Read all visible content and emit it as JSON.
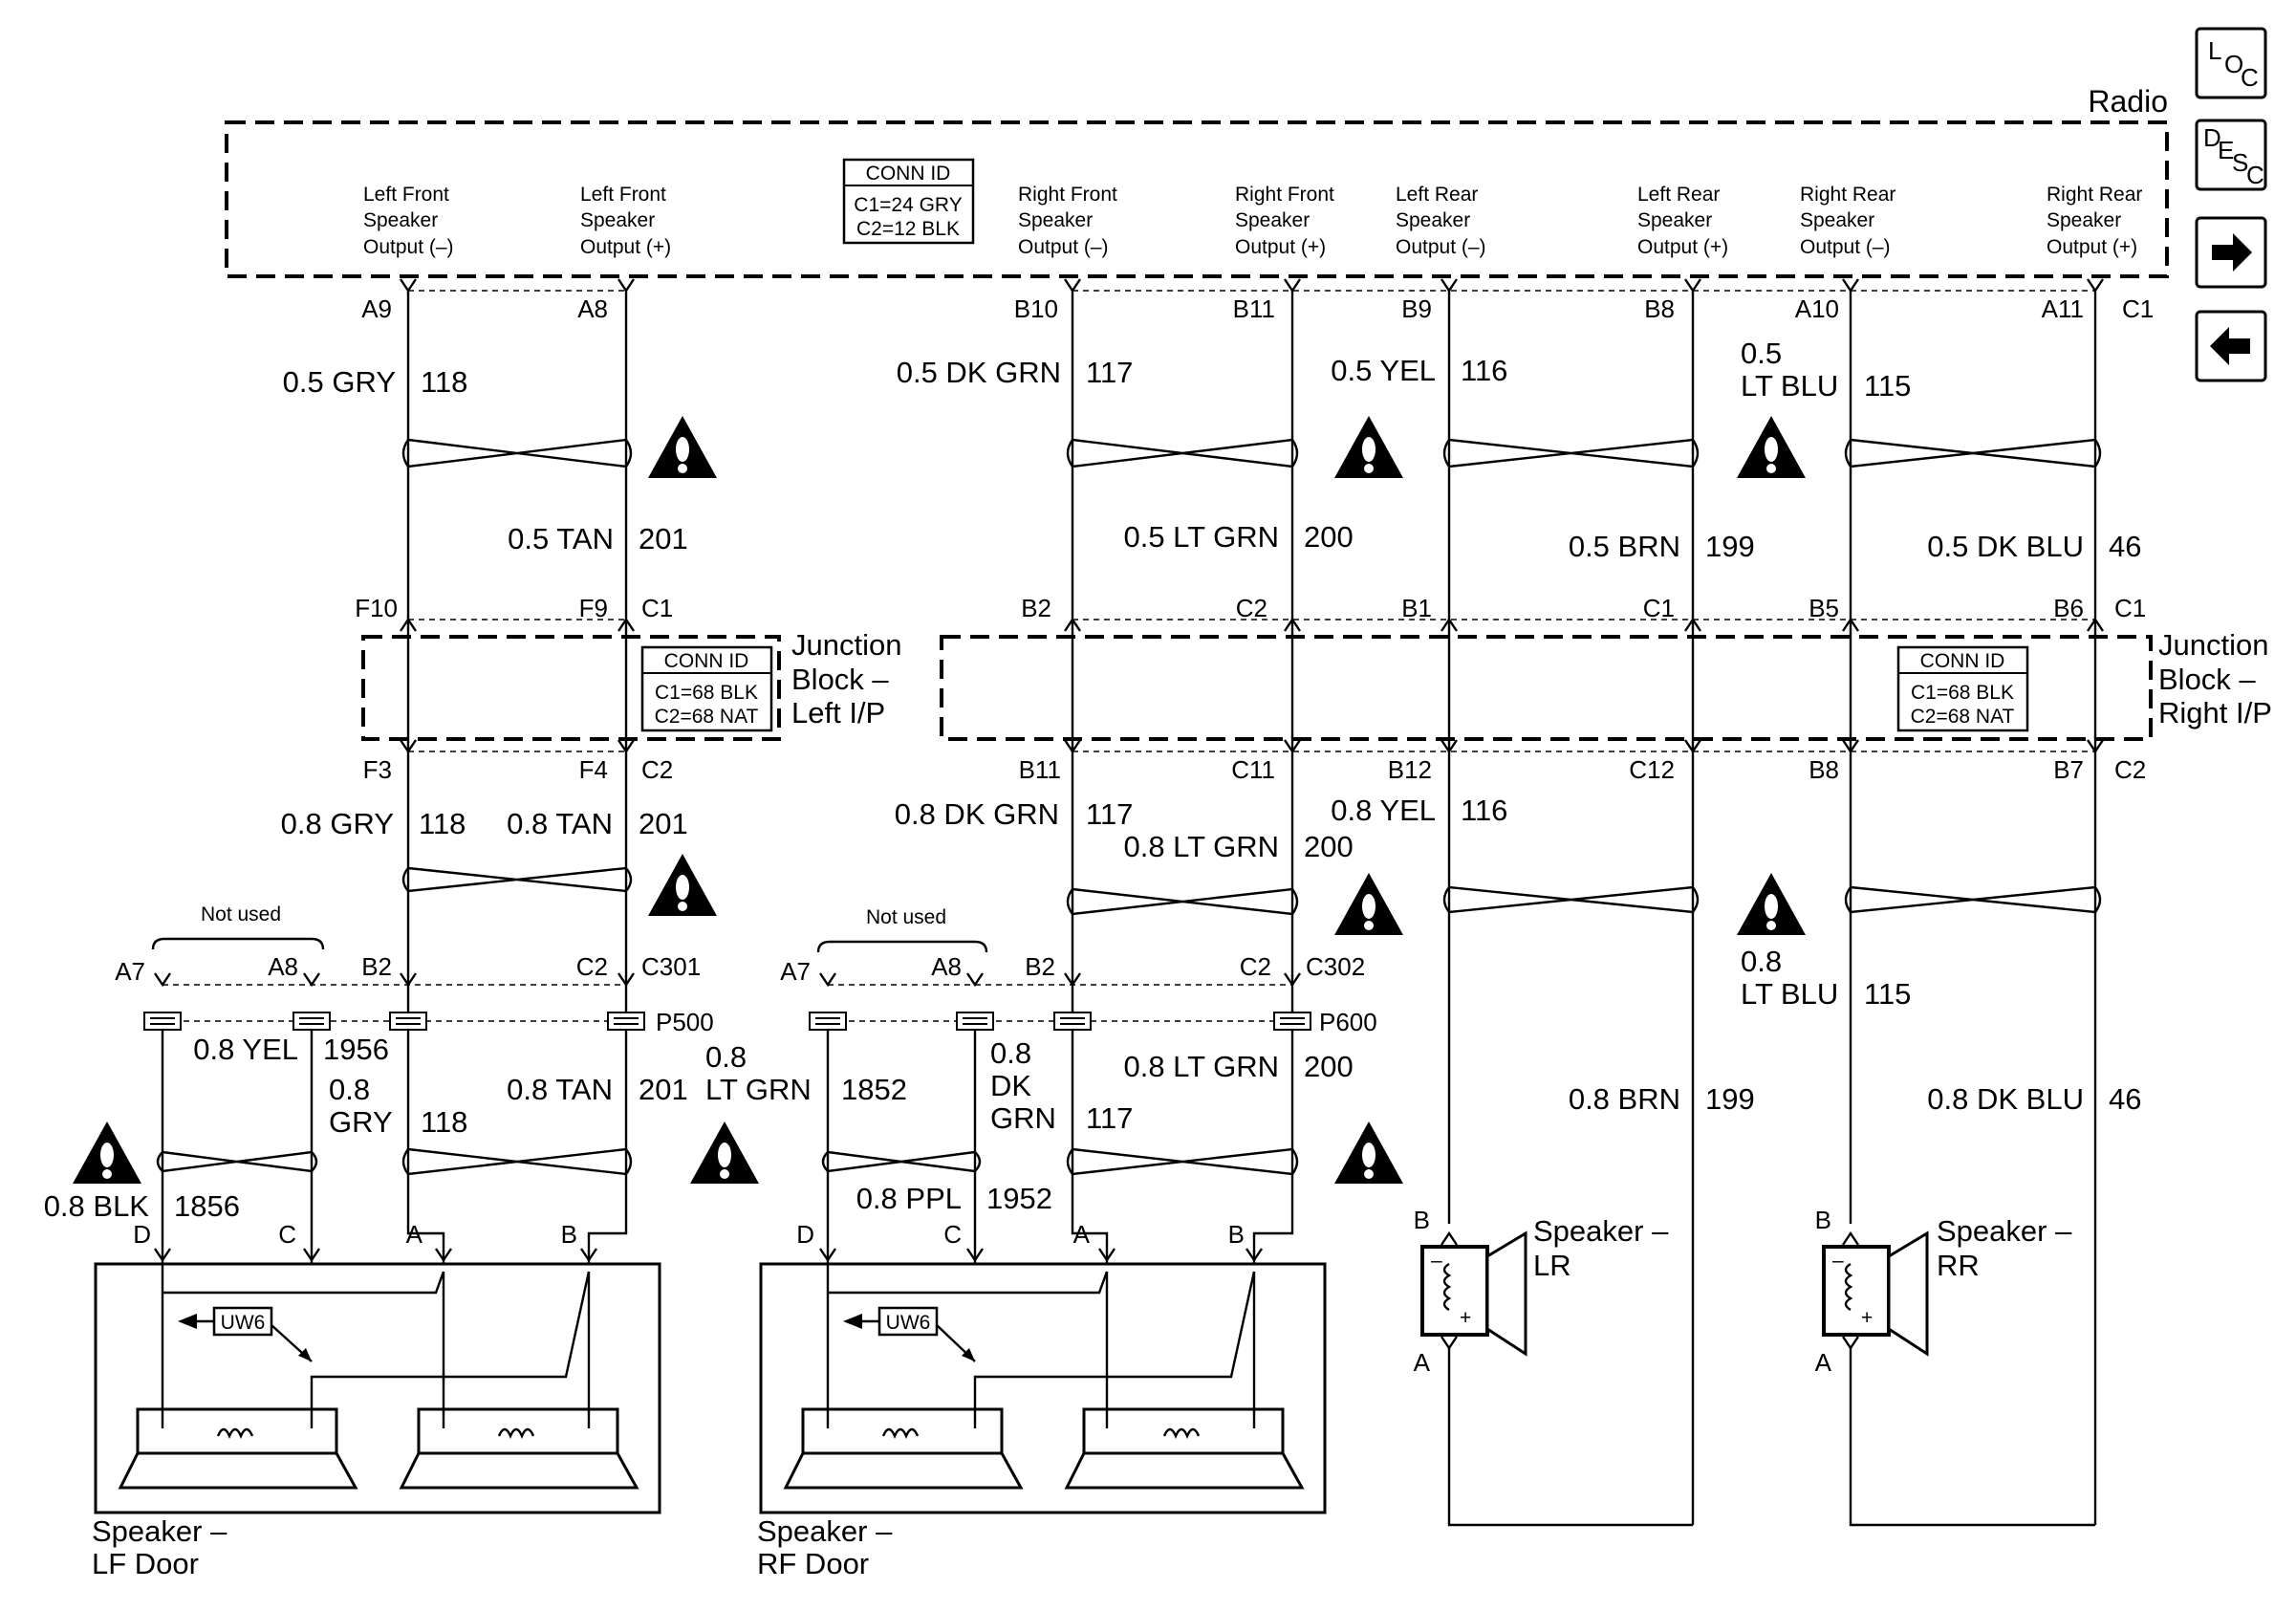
{
  "radio": {
    "title": "Radio",
    "conn_id": [
      "CONN ID",
      "C1=24 GRY",
      "C2=12 BLK"
    ],
    "outputs": [
      [
        "Left Front",
        "Speaker",
        "Output (–)"
      ],
      [
        "Left Front",
        "Speaker",
        "Output (+)"
      ],
      [
        "Right Front",
        "Speaker",
        "Output (–)"
      ],
      [
        "Right Front",
        "Speaker",
        "Output (+)"
      ],
      [
        "Left Rear",
        "Speaker",
        "Output (–)"
      ],
      [
        "Left Rear",
        "Speaker",
        "Output (+)"
      ],
      [
        "Right Rear",
        "Speaker",
        "Output (–)"
      ],
      [
        "Right Rear",
        "Speaker",
        "Output (+)"
      ]
    ],
    "pins": [
      "A9",
      "A8",
      "B10",
      "B11",
      "B9",
      "B8",
      "A10",
      "A11",
      "C1"
    ]
  },
  "wires_top": [
    [
      "0.5 GRY",
      "118"
    ],
    [
      "0.5 TAN",
      "201"
    ],
    [
      "0.5 DK GRN",
      "117"
    ],
    [
      "0.5 LT GRN",
      "200"
    ],
    [
      "0.5 YEL",
      "116"
    ],
    [
      "0.5 BRN",
      "199"
    ],
    [
      "0.5",
      "LT BLU",
      "115"
    ],
    [
      "0.5 DK BLU",
      "46"
    ]
  ],
  "jb_left": {
    "label": [
      "Junction",
      "Block –",
      "Left I/P"
    ],
    "conn_id": [
      "CONN ID",
      "C1=68 BLK",
      "C2=68 NAT"
    ],
    "pins_top": [
      "F10",
      "F9",
      "C1"
    ],
    "pins_bottom": [
      "F3",
      "F4",
      "C2"
    ]
  },
  "jb_right": {
    "label": [
      "Junction",
      "Block –",
      "Right I/P"
    ],
    "conn_id": [
      "CONN ID",
      "C1=68 BLK",
      "C2=68 NAT"
    ],
    "pins_top": [
      "B2",
      "C2",
      "B1",
      "C1",
      "B5",
      "B6",
      "C1"
    ],
    "pins_bottom": [
      "B11",
      "C11",
      "B12",
      "C12",
      "B8",
      "B7",
      "C2"
    ]
  },
  "wires_mid": [
    [
      "0.8 GRY",
      "118"
    ],
    [
      "0.8 TAN",
      "201"
    ],
    [
      "0.8 DK GRN",
      "117"
    ],
    [
      "0.8 LT GRN",
      "200"
    ],
    [
      "0.8 YEL",
      "116"
    ],
    [
      "0.8",
      "LT BLU",
      "115"
    ]
  ],
  "conn_left": {
    "not_used": "Not used",
    "pins": [
      "A7",
      "A8",
      "B2",
      "C2"
    ],
    "name": "C301",
    "splice": "P500"
  },
  "conn_right": {
    "not_used": "Not used",
    "pins": [
      "A7",
      "A8",
      "B2",
      "C2"
    ],
    "name": "C302",
    "splice": "P600"
  },
  "wires_low": {
    "yel": [
      "0.8 YEL",
      "1956"
    ],
    "gry": [
      "0.8",
      "GRY",
      "118"
    ],
    "tan": [
      "0.8 TAN",
      "201"
    ],
    "blk": [
      "0.8 BLK",
      "1856"
    ],
    "ltgrn_a": [
      "0.8",
      "LT GRN",
      "1852"
    ],
    "dkgrn": [
      "0.8",
      "DK",
      "GRN",
      "117"
    ],
    "ltgrn_b": [
      "0.8 LT GRN",
      "200"
    ],
    "ppl": [
      "0.8 PPL",
      "1952"
    ],
    "brn": [
      "0.8 BRN",
      "199"
    ],
    "dkblu": [
      "0.8 DK BLU",
      "46"
    ]
  },
  "speakers": {
    "lf": {
      "pins": [
        "D",
        "C",
        "A",
        "B"
      ],
      "module": "UW6",
      "label": [
        "Speaker –",
        "LF Door"
      ]
    },
    "rf": {
      "pins": [
        "D",
        "C",
        "A",
        "B"
      ],
      "module": "UW6",
      "label": [
        "Speaker –",
        "RF Door"
      ]
    },
    "lr": {
      "pins": [
        "B",
        "A"
      ],
      "label": [
        "Speaker –",
        "LR"
      ],
      "polarity": [
        "–",
        "+"
      ]
    },
    "rr": {
      "pins": [
        "B",
        "A"
      ],
      "label": [
        "Speaker –",
        "RR"
      ],
      "polarity": [
        "–",
        "+"
      ]
    }
  },
  "nav": {
    "loc": [
      "L",
      "O",
      "C"
    ],
    "desc": [
      "D",
      "E",
      "S",
      "C"
    ],
    "forward_icon": "arrow-right-icon",
    "back_icon": "arrow-left-icon"
  }
}
